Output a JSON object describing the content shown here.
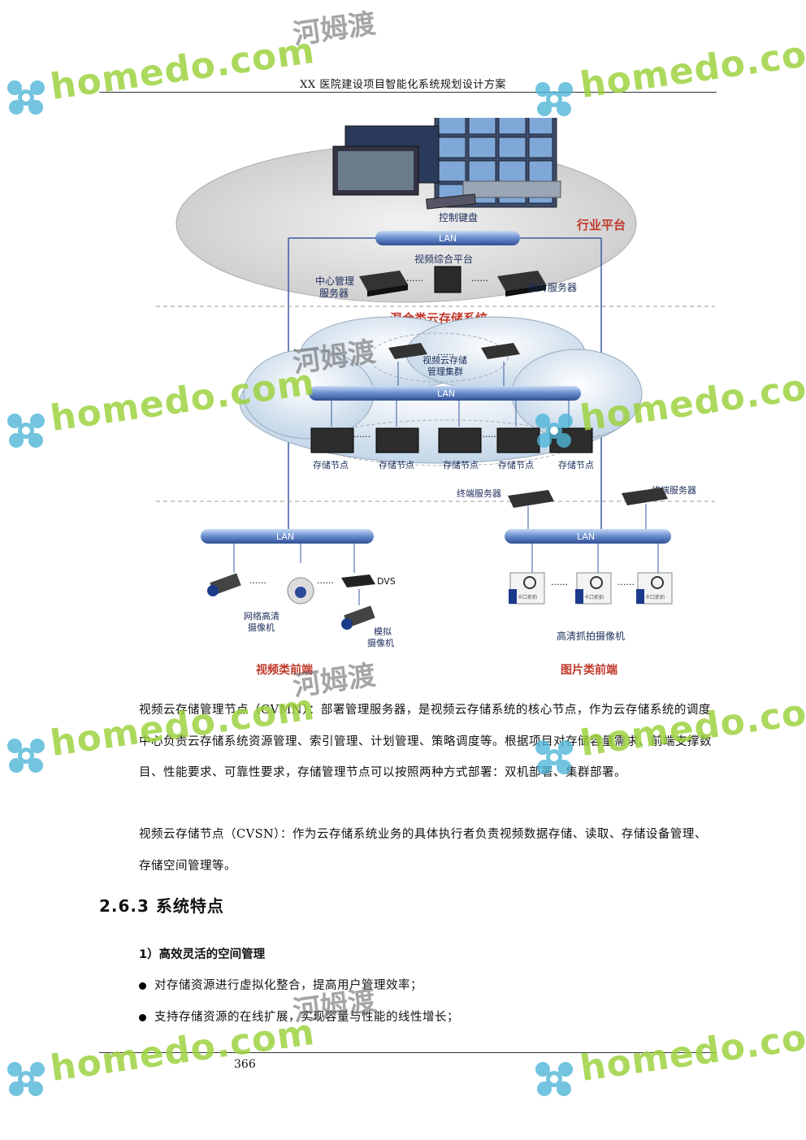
{
  "header": {
    "title": "XX 医院建设项目智能化系统规划设计方案"
  },
  "diagram": {
    "platform": "行业平台",
    "control_keyboard": "控制键盘",
    "lan": "LAN",
    "video_platform": "视频综合平台",
    "center_server": "中心管理\n服务器",
    "image_server": "图片服务器",
    "cloud_system": "混合类云存储系统",
    "cluster": "视频云存储\n管理集群",
    "dots": "......",
    "storage_node": "存储节点",
    "terminal_server": "终端服务器",
    "dvs": "DVS",
    "ip_camera": "网络高清\n摄像机",
    "analog_camera": "模拟\n摄像机",
    "snap_camera": "高清抓拍摄像机",
    "video_frontend": "视频类前端",
    "image_frontend": "图片类前端",
    "snap_label": "卡口抓拍"
  },
  "body": {
    "p1": "视频云存储管理节点（CVMN）：部署管理服务器，是视频云存储系统的核心节点，作为云存储系统的调度中心负责云存储系统资源管理、索引管理、计划管理、策略调度等。根据项目对存储容量需求、前端支撑数目、性能要求、可靠性要求，存储管理节点可以按照两种方式部署：双机部署、集群部署。",
    "p2": "视频云存储节点（CVSN）：作为云存储系统业务的具体执行者负责视频数据存储、读取、存储设备管理、存储空间管理等。",
    "section_title": "2.6.3 系统特点",
    "sub_title": "1）高效灵活的空间管理",
    "bullets": [
      "对存储资源进行虚拟化整合，提高用户管理效率；",
      "支持存储资源的在线扩展，实现容量与性能的线性增长；"
    ]
  },
  "footer": {
    "page_number": "366"
  },
  "watermark": {
    "text": "homedo.com",
    "cn": "河姆渡",
    "color": "#9bd13a"
  },
  "colors": {
    "lan_blue": "#4a6fb5",
    "red_label": "#c0392b",
    "text_blue": "#2c3e6b"
  }
}
